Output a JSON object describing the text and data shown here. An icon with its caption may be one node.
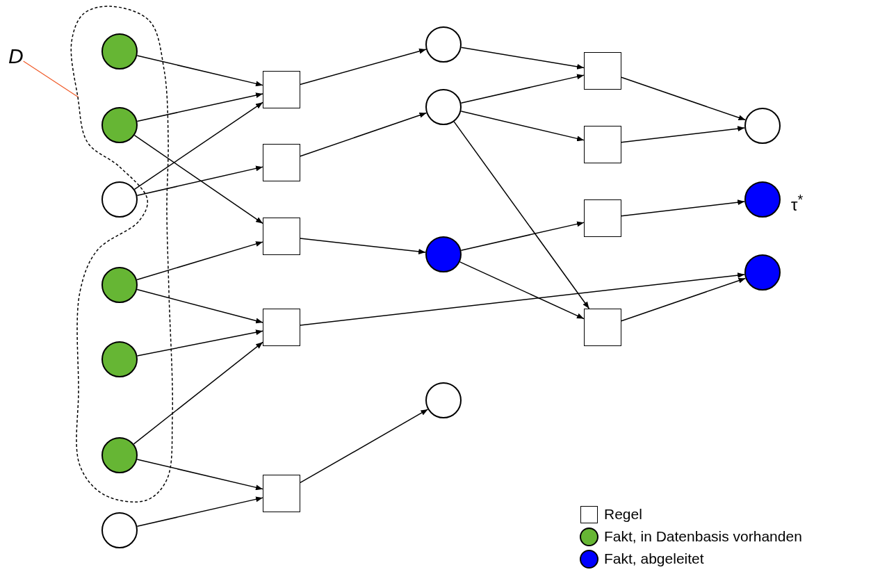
{
  "diagram": {
    "nodes": [
      {
        "text": [
          "D"
        ]
      },
      {
        "text": [],
        "shape": "region"
      },
      {
        "text": [],
        "shape": "circle",
        "in": 1
      },
      {
        "text": [],
        "shape": "circle",
        "in": 1
      },
      {
        "text": [],
        "shape": "circle"
      },
      {
        "text": [],
        "shape": "circle",
        "in": 1
      },
      {
        "text": [],
        "shape": "circle",
        "in": 1
      },
      {
        "text": [],
        "shape": "circle",
        "in": 1
      },
      {
        "text": [],
        "shape": "circle"
      },
      {
        "text": [],
        "shape": "box"
      },
      {
        "text": [],
        "shape": "box"
      },
      {
        "text": [],
        "shape": "box"
      },
      {
        "text": [],
        "shape": "box"
      },
      {
        "text": [],
        "shape": "box"
      },
      {
        "text": [],
        "shape": "circle"
      },
      {
        "text": [],
        "shape": "circle"
      },
      {
        "text": [],
        "shape": "circle"
      },
      {
        "text": [],
        "shape": "circle"
      },
      {
        "text": [],
        "shape": "box"
      },
      {
        "text": [],
        "shape": "box"
      },
      {
        "text": [],
        "shape": "box"
      },
      {
        "text": [],
        "shape": "box"
      },
      {
        "text": [],
        "shape": "circle"
      },
      {
        "text": [],
        "shape": "circle",
        "beside": [
          "τ$^{*}$"
        ]
      },
      {
        "text": [],
        "shape": "circle"
      }
    ],
    "edges": [
      {
        "from": 0,
        "to": 1,
        "arrow": "none",
        "color": "#f05a28"
      },
      {
        "from": 2,
        "to": 9,
        "arrow": "to"
      },
      {
        "from": 3,
        "to": 9,
        "arrow": "to"
      },
      {
        "from": 3,
        "to": 11,
        "arrow": "to"
      },
      {
        "from": 4,
        "to": 9,
        "arrow": "to"
      },
      {
        "from": 4,
        "to": 10,
        "arrow": "to"
      },
      {
        "from": 5,
        "to": 11,
        "arrow": "to"
      },
      {
        "from": 5,
        "to": 12,
        "arrow": "to"
      },
      {
        "from": 6,
        "to": 12,
        "arrow": "to"
      },
      {
        "from": 7,
        "to": 12,
        "arrow": "to"
      },
      {
        "from": 7,
        "to": 13,
        "arrow": "to"
      },
      {
        "from": 8,
        "to": 13,
        "arrow": "to"
      },
      {
        "from": 9,
        "to": 14,
        "arrow": "to"
      },
      {
        "from": 10,
        "to": 15,
        "arrow": "to"
      },
      {
        "from": 11,
        "to": 16,
        "arrow": "to"
      },
      {
        "from": 12,
        "to": 24,
        "arrow": "to"
      },
      {
        "from": 13,
        "to": 17,
        "arrow": "to"
      },
      {
        "from": 14,
        "to": 18,
        "arrow": "to"
      },
      {
        "from": 15,
        "to": 18,
        "arrow": "to"
      },
      {
        "from": 15,
        "to": 19,
        "arrow": "to"
      },
      {
        "from": 15,
        "to": 21,
        "arrow": "to"
      },
      {
        "from": 16,
        "to": 20,
        "arrow": "to"
      },
      {
        "from": 16,
        "to": 21,
        "arrow": "to"
      },
      {
        "from": 18,
        "to": 22,
        "arrow": "to"
      },
      {
        "from": 19,
        "to": 22,
        "arrow": "to"
      },
      {
        "from": 20,
        "to": 23,
        "arrow": "to"
      },
      {
        "from": 21,
        "to": 24,
        "arrow": "to"
      }
    ],
    "legend": [
      {
        "text": "Regel"
      },
      {
        "text": "Fakt, in Datenbasis vorhanden",
        "color": "#66b634"
      },
      {
        "text": "Fakt, abgeleitet",
        "color": "#0000ff"
      }
    ]
  }
}
